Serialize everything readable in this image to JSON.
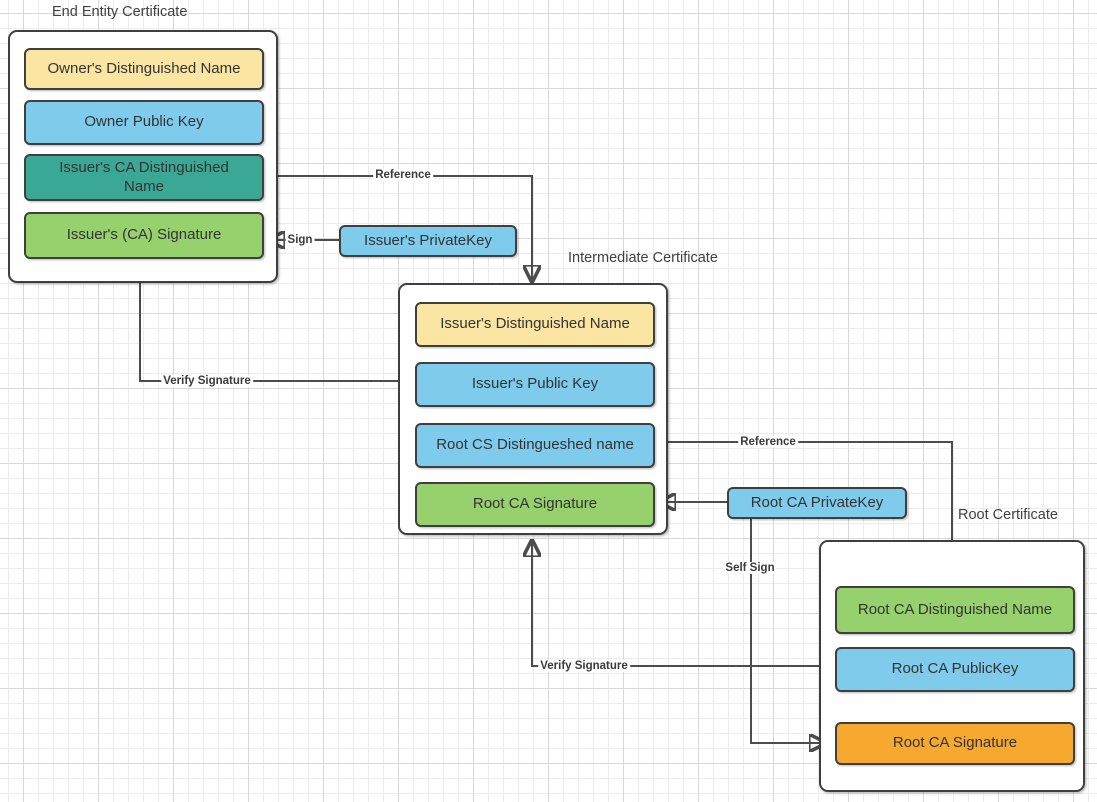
{
  "palette": {
    "yellow": "#FBE5A3",
    "blue": "#7ECBEC",
    "teal": "#3AA894",
    "green": "#96D16D",
    "orange": "#F7A82F",
    "connector": "#4C4C4C",
    "shape_border": "#3F3F3F"
  },
  "certificates": {
    "end_entity": {
      "title": "End Entity Certificate",
      "fields": {
        "owner_dn": "Owner's Distinguished Name",
        "owner_pub": "Owner Public  Key",
        "issuer_ca_dn": "Issuer's CA Distinguished\nName",
        "issuer_sig": "Issuer's (CA) Signature"
      }
    },
    "intermediate": {
      "title": "Intermediate Certificate",
      "fields": {
        "issuer_dn": "Issuer's Distinguished Name",
        "issuer_pub": "Issuer's Public  Key",
        "root_dn_ref": "Root CS Distingueshed name",
        "root_sig": "Root CA Signature"
      }
    },
    "root": {
      "title": "Root Certificate",
      "fields": {
        "root_dn": "Root CA Distinguished Name",
        "root_pub": "Root CA PublicKey",
        "root_sig": "Root CA Signature"
      }
    }
  },
  "keys": {
    "issuer_private": "Issuer's PrivateKey",
    "root_private": "Root CA PrivateKey"
  },
  "connector_labels": {
    "reference_top": "Reference",
    "sign": "Sign",
    "verify_left": "Verify Signature",
    "reference_mid": "Reference",
    "self_sign": "Self Sign",
    "verify_bottom": "Verify Signature"
  }
}
